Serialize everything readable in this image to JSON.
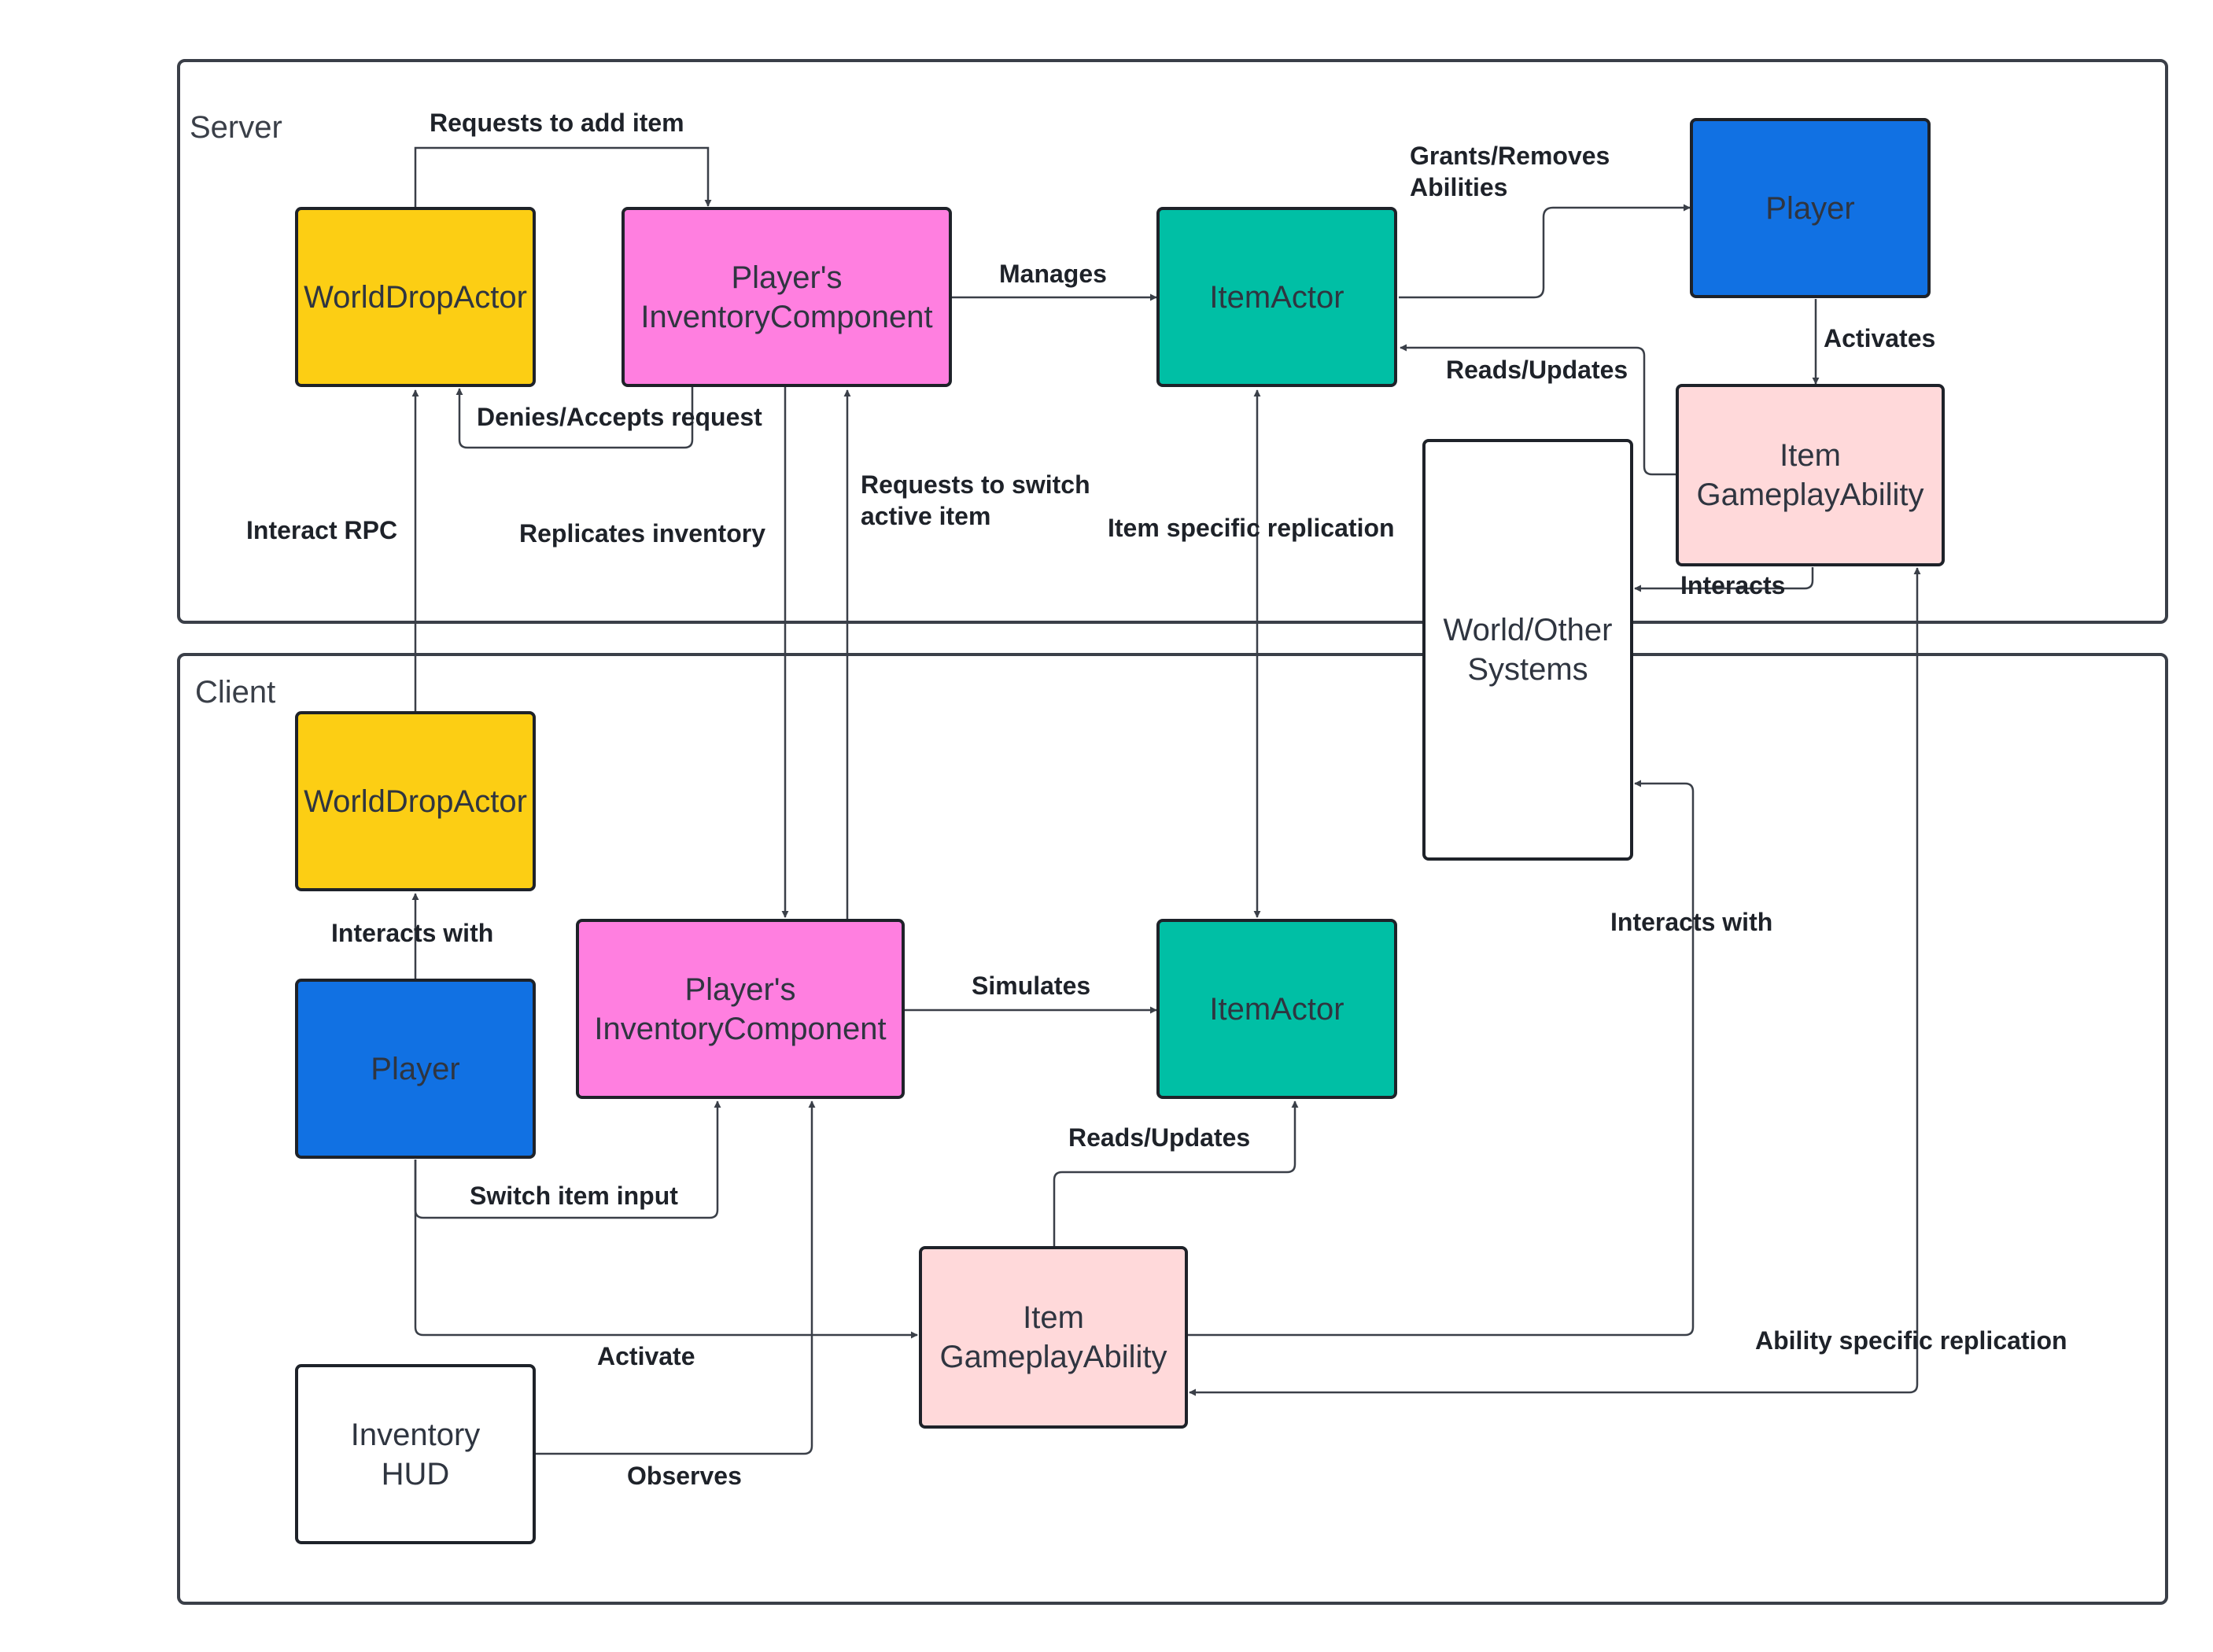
{
  "colors": {
    "yellow": "#FCCE14",
    "magenta": "#FF7FE0",
    "teal": "#00BFA5",
    "blue": "#1171E3",
    "pink": "#FFD9DA",
    "white": "#FFFFFF",
    "stroke": "#1E2229",
    "line": "#3A3F48"
  },
  "regions": {
    "server": {
      "label": "Server"
    },
    "client": {
      "label": "Client"
    }
  },
  "nodes": {
    "server_worlddrop": {
      "label": "WorldDropActor",
      "color": "#FCCE14"
    },
    "server_inventory": {
      "label": "Player's\nInventoryComponent",
      "color": "#FF7FE0"
    },
    "server_itemactor": {
      "label": "ItemActor",
      "color": "#00BFA5"
    },
    "server_player": {
      "label": "Player",
      "color": "#1171E3"
    },
    "server_ability": {
      "label": "Item\nGameplayAbility",
      "color": "#FFD9DA"
    },
    "world_systems": {
      "label": "World/Other\nSystems",
      "color": "#FFFFFF"
    },
    "client_worlddrop": {
      "label": "WorldDropActor",
      "color": "#FCCE14"
    },
    "client_player": {
      "label": "Player",
      "color": "#1171E3"
    },
    "client_inventory": {
      "label": "Player's\nInventoryComponent",
      "color": "#FF7FE0"
    },
    "client_itemactor": {
      "label": "ItemActor",
      "color": "#00BFA5"
    },
    "client_ability": {
      "label": "Item\nGameplayAbility",
      "color": "#FFD9DA"
    },
    "inventory_hud": {
      "label": "Inventory\nHUD",
      "color": "#FFFFFF"
    }
  },
  "edges": {
    "requests_add_item": "Requests to add item",
    "manages": "Manages",
    "grants_removes": "Grants/Removes\nAbilities",
    "activates": "Activates",
    "reads_updates_server": "Reads/Updates",
    "denies_accepts": "Denies/Accepts request",
    "interact_rpc": "Interact RPC",
    "replicates_inventory": "Replicates inventory",
    "requests_switch": "Requests to switch\nactive item",
    "item_specific_replication": "Item specific replication",
    "interacts": "Interacts",
    "interacts_with_left": "Interacts with",
    "simulates": "Simulates",
    "interacts_with_right": "Interacts with",
    "reads_updates_client": "Reads/Updates",
    "switch_item_input": "Switch item input",
    "activate": "Activate",
    "ability_specific_replication": "Ability specific replication",
    "observes": "Observes"
  }
}
